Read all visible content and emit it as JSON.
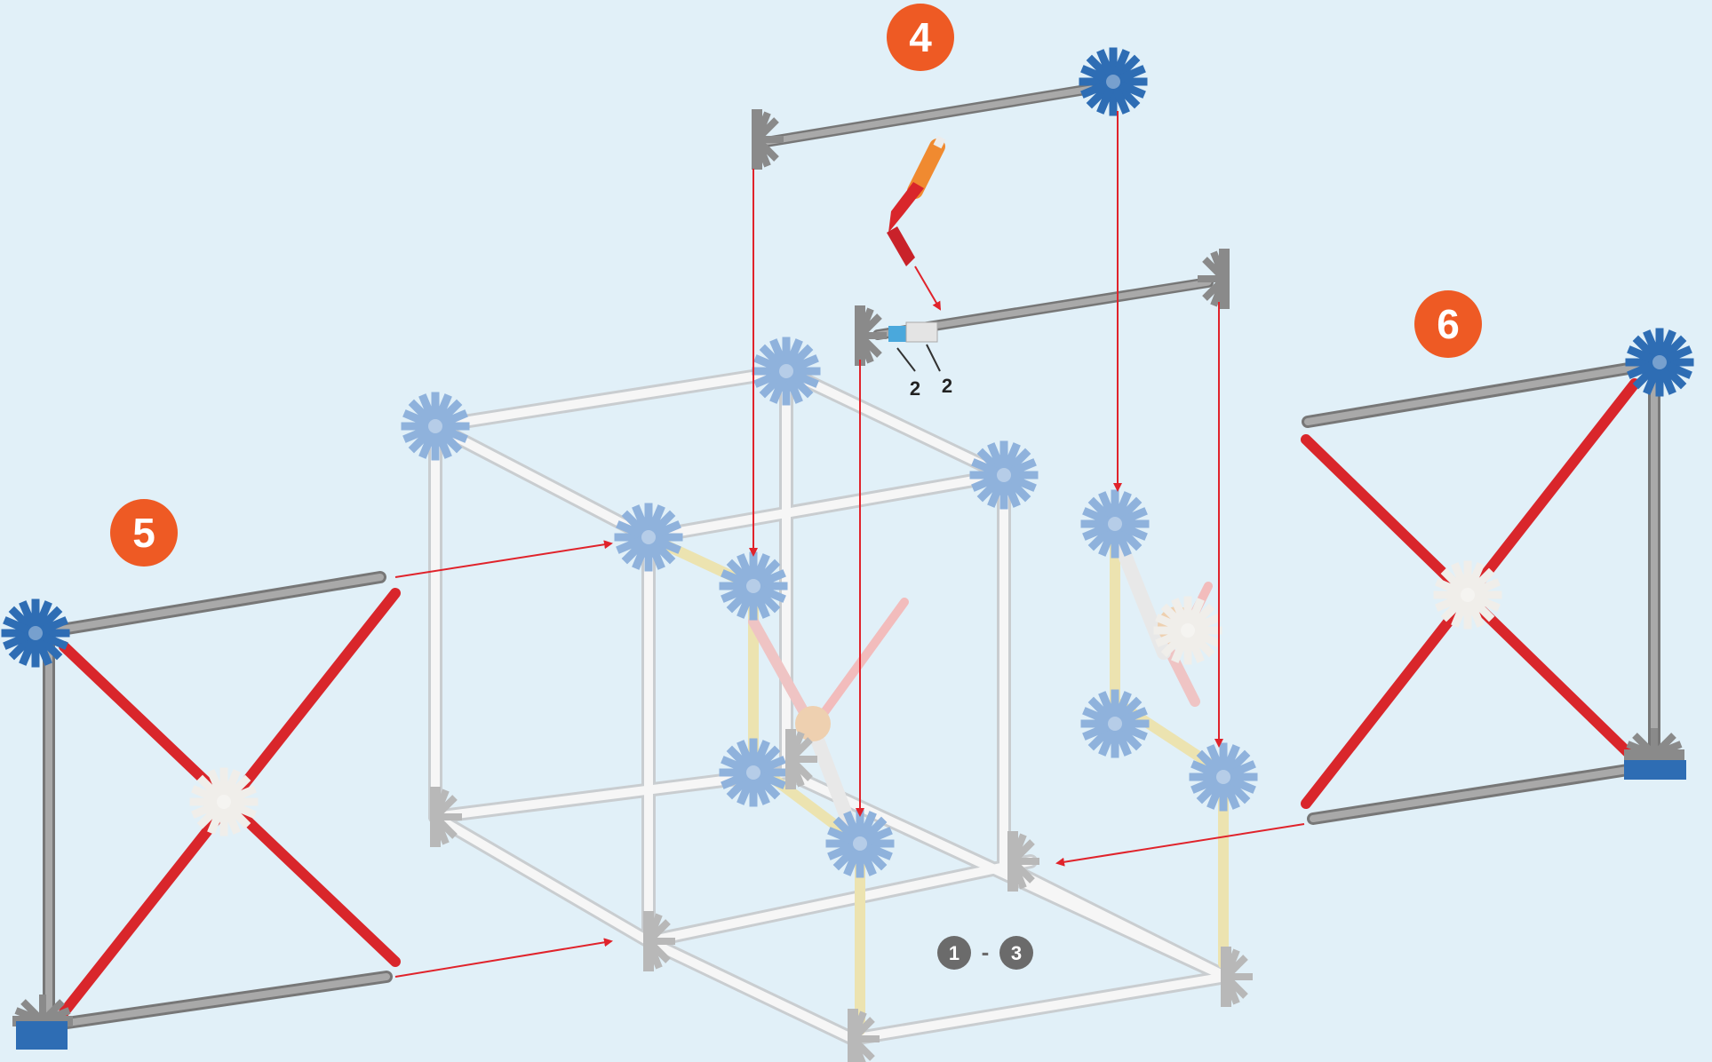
{
  "colors": {
    "background": "#e1f0f8",
    "step_badge": "#ee5a24",
    "arrow": "#e0232b",
    "rod_gray": "#8c8c8c",
    "rod_red": "#d9262b",
    "connector_blue": "#2e6db4",
    "connector_lightblue": "#8fb2dc",
    "ghost_rod": "#f4f4f4",
    "ref_badge": "#6b6b6b"
  },
  "steps": {
    "step4": "4",
    "step5": "5",
    "step6": "6"
  },
  "quantities": {
    "first": "2",
    "second": "2"
  },
  "reference": {
    "from": "1",
    "separator": "-",
    "to": "3"
  },
  "icons": {
    "connector": "hub-connector-icon",
    "arrow": "placement-arrow-icon"
  }
}
